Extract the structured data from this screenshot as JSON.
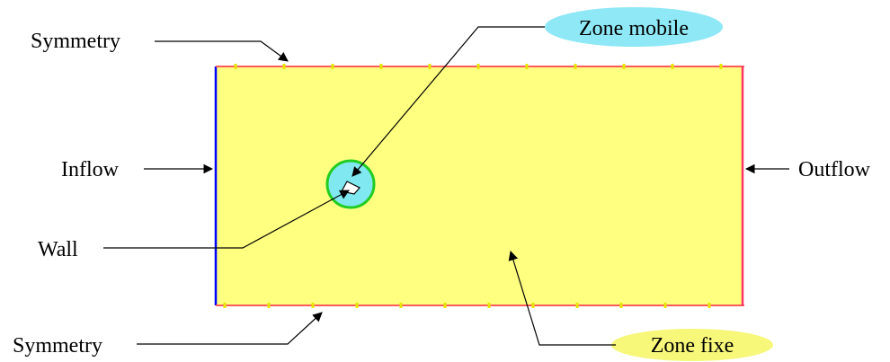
{
  "labels": {
    "symmetry_top": "Symmetry",
    "symmetry_bottom": "Symmetry",
    "inflow": "Inflow",
    "outflow": "Outflow",
    "wall": "Wall",
    "zone_mobile": "Zone mobile",
    "zone_fixe": "Zone fixe"
  },
  "colors": {
    "domain_fill": "#ffff80",
    "inflow_edge": "#0000ff",
    "symmetry_edge": "#ff5a5a",
    "outflow_edge": "#ff3366",
    "mobile_zone_fill": "#80e8f0",
    "mobile_zone_border": "#22cc22",
    "zone_mobile_callout": "#8ee8f6",
    "zone_fixe_callout": "#f7f77a",
    "boundary_marker": "#e6e600",
    "leader_line": "#000000"
  }
}
